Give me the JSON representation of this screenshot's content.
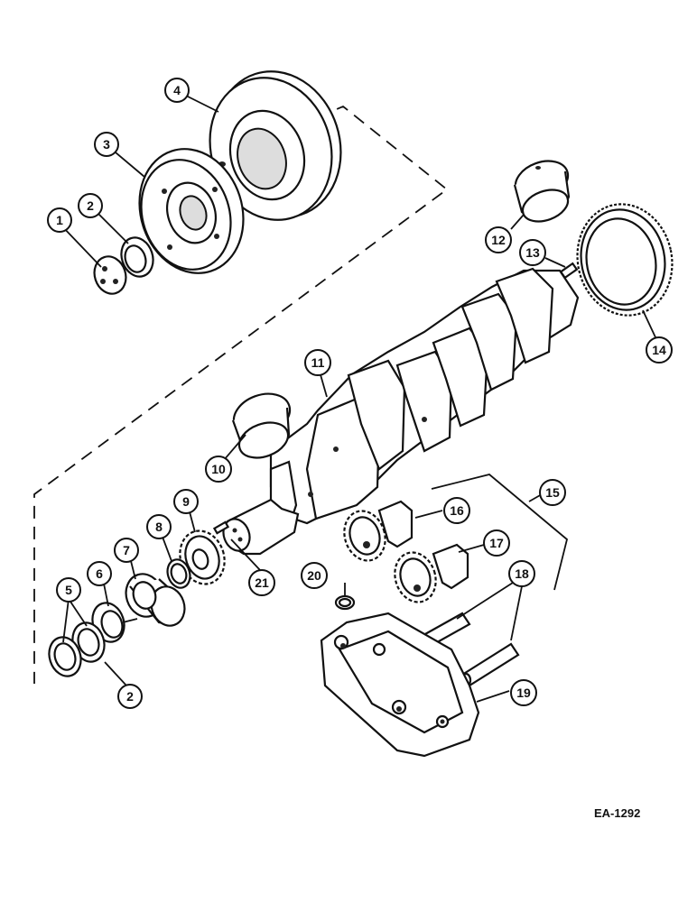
{
  "reference_code": "EA-1292",
  "callouts": [
    {
      "id": "c1",
      "label": "1"
    },
    {
      "id": "c2a",
      "label": "2"
    },
    {
      "id": "c3",
      "label": "3"
    },
    {
      "id": "c4",
      "label": "4"
    },
    {
      "id": "c5",
      "label": "5"
    },
    {
      "id": "c6",
      "label": "6"
    },
    {
      "id": "c7",
      "label": "7"
    },
    {
      "id": "c8",
      "label": "8"
    },
    {
      "id": "c9",
      "label": "9"
    },
    {
      "id": "c10",
      "label": "10"
    },
    {
      "id": "c11",
      "label": "11"
    },
    {
      "id": "c12",
      "label": "12"
    },
    {
      "id": "c13",
      "label": "13"
    },
    {
      "id": "c14",
      "label": "14"
    },
    {
      "id": "c15",
      "label": "15"
    },
    {
      "id": "c16",
      "label": "16"
    },
    {
      "id": "c17",
      "label": "17"
    },
    {
      "id": "c18",
      "label": "18"
    },
    {
      "id": "c19",
      "label": "19"
    },
    {
      "id": "c20",
      "label": "20"
    },
    {
      "id": "c21",
      "label": "21"
    },
    {
      "id": "c2b",
      "label": "2"
    }
  ]
}
